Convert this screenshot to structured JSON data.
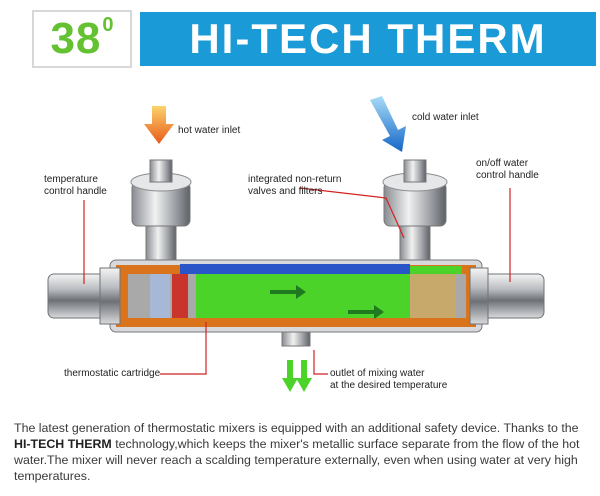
{
  "header": {
    "badge_temp": "38",
    "badge_degree": "0",
    "title": "HI-TECH THERM"
  },
  "labels": {
    "hot_inlet": "hot water inlet",
    "cold_inlet": "cold water inlet",
    "temp_handle": "temperature\ncontrol handle",
    "non_return": "integrated non-return\nvalves and filters",
    "onoff_handle": "on/off water\ncontrol handle",
    "cartridge": "thermostatic cartridge",
    "outlet": "outlet of mixing water\nat the desired temperature"
  },
  "caption": {
    "part1": "The latest generation of thermostatic mixers is equipped with an additional safety device. Thanks to the ",
    "brand": "HI-TECH THERM",
    "part2": " technology,which keeps the mixer's metallic surface separate from the flow of the hot water.The mixer will never reach a scalding temperature externally, even when using water at very high temperatures."
  },
  "colors": {
    "accent_blue": "#1a9ad6",
    "accent_green": "#63c132",
    "hot_arrow": "#f07a1a",
    "cold_arrow": "#1e7fd8",
    "flow_green": "#4cd32a",
    "leader_red": "#d42020"
  }
}
